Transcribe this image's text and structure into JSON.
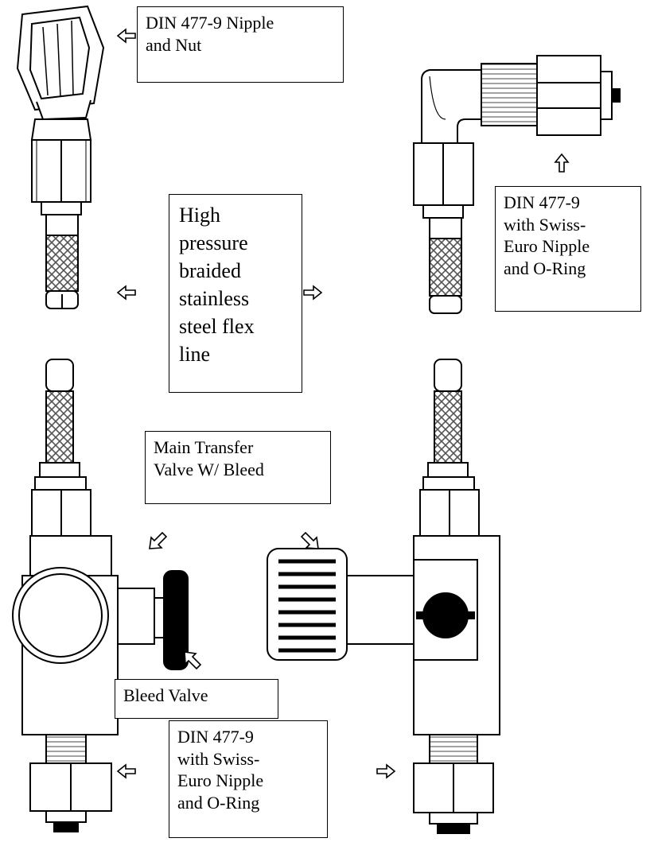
{
  "labels": {
    "top_nipple_nut": [
      "DIN 477-9 Nipple",
      "and Nut"
    ],
    "flex_line": [
      "High",
      "pressure",
      "braided",
      "stainless",
      "steel flex",
      "line"
    ],
    "swiss_euro_top": [
      "DIN 477-9",
      "with Swiss-",
      "Euro Nipple",
      "and O-Ring"
    ],
    "main_valve": [
      "Main Transfer",
      "Valve W/ Bleed"
    ],
    "bleed_valve": "Bleed Valve",
    "swiss_euro_bottom": [
      "DIN 477-9",
      "with Swiss-",
      "Euro Nipple",
      "and O-Ring"
    ]
  },
  "colors": {
    "ink": "#000000",
    "paper": "#ffffff",
    "braid": "#9a9a9a"
  }
}
